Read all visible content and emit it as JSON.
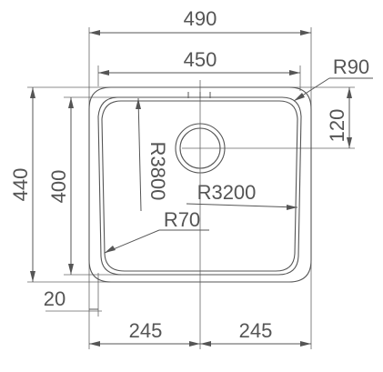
{
  "drawing": {
    "type": "sink technical drawing",
    "line_color": "#555555",
    "background": "#ffffff",
    "dimensions": {
      "overall_width": "490",
      "inner_width": "450",
      "corner_radius_outer": "R90",
      "drain_offset": "120",
      "overall_height": "440",
      "inner_height": "400",
      "side_radius": "R3800",
      "bottom_radius": "R3200",
      "corner_radius_inner": "R70",
      "rim_offset": "20",
      "left_half": "245",
      "right_half": "245"
    }
  }
}
